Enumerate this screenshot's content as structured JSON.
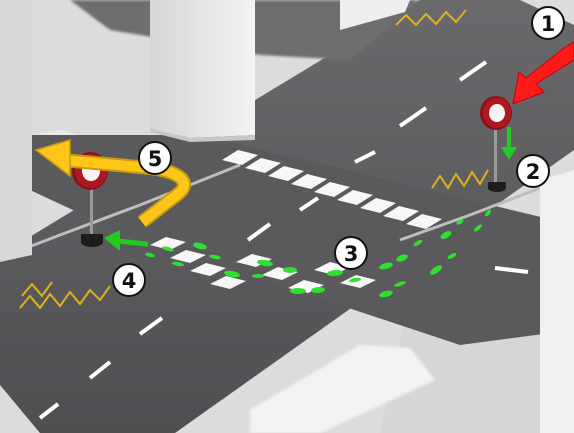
{
  "markers": [
    {
      "id": "1",
      "text": "1"
    },
    {
      "id": "2",
      "text": "2"
    },
    {
      "id": "3",
      "text": "3"
    },
    {
      "id": "4",
      "text": "4"
    },
    {
      "id": "5",
      "text": "5"
    }
  ],
  "colors": {
    "road": "#5b5b5e",
    "sidewalk": "#d9d9db",
    "building": "#f1f1f2",
    "lane_marking": "#ffffff",
    "zigzag": "#e0b118",
    "sign_red": "#b01820",
    "path_green": "#2fe02f",
    "arrow_red": "#ff1a1a",
    "arrow_yellow": "#ffc61a",
    "arrow_green": "#22cc22"
  },
  "elements": {
    "sign_right": "no-entry-sign-icon",
    "sign_left": "no-entry-sign-icon",
    "crossing": "zebra-crossing",
    "zigzag": "zigzag-lines"
  }
}
